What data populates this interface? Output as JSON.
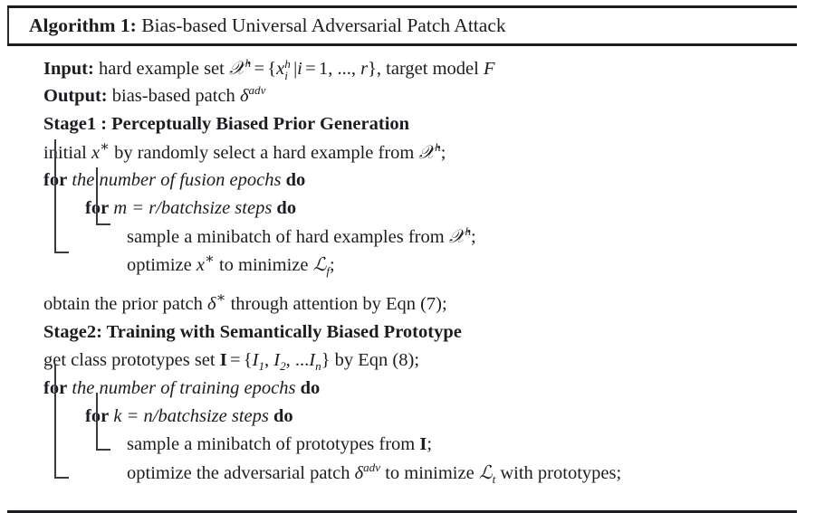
{
  "document": {
    "type": "algorithm-pseudocode-block",
    "caption": {
      "label": "Algorithm 1:",
      "title": "Bias-based Universal Adversarial Patch Attack"
    },
    "lines": [
      {
        "id": "input",
        "indent": 0,
        "keyword": "Input:",
        "text": "hard example set 𝒳ʰ = {xᵢʰ|i = 1, ..., r}, target model F",
        "plain": "Input: hard example set X^h = {x_i^h | i = 1, ..., r}, target model F"
      },
      {
        "id": "output",
        "indent": 0,
        "keyword": "Output:",
        "text": "bias-based patch δᵃᵈᵛ",
        "plain": "Output: bias-based patch delta^{adv}"
      },
      {
        "id": "stage1-header",
        "indent": 0,
        "keyword": "Stage1 : Perceptually Biased Prior Generation",
        "text": "",
        "plain": "Stage1 : Perceptually Biased Prior Generation"
      },
      {
        "id": "initial-x",
        "indent": 0,
        "keyword": "",
        "text": "initial x* by randomly select a hard example from 𝒳ʰ;",
        "plain": "initial x* by randomly select a hard example from X^h;"
      },
      {
        "id": "for-fusion-epochs",
        "indent": 0,
        "keyword": "for ... do",
        "text": "for the number of fusion epochs do",
        "plain": "for the number of fusion epochs do"
      },
      {
        "id": "for-m-batchsize",
        "indent": 1,
        "keyword": "for ... do",
        "text": "for m = r/batchsize steps do",
        "plain": "for m = r/batchsize steps do"
      },
      {
        "id": "sample-hard-examples",
        "indent": 2,
        "keyword": "",
        "text": "sample a minibatch of hard examples from 𝒳ʰ;",
        "plain": "sample a minibatch of hard examples from X^h;"
      },
      {
        "id": "optimize-x-star",
        "indent": 2,
        "keyword": "",
        "text": "optimize x* to minimize ℒ_f;",
        "plain": "optimize x* to minimize L_f;"
      },
      {
        "id": "obtain-prior-patch",
        "indent": 0,
        "keyword": "",
        "text": "obtain the prior patch δ* through attention by Eqn (7);",
        "plain": "obtain the prior patch delta* through attention by Eqn (7);"
      },
      {
        "id": "stage2-header",
        "indent": 0,
        "keyword": "Stage2: Training with Semantically Biased Prototype",
        "text": "",
        "plain": "Stage2: Training with Semantically Biased Prototype"
      },
      {
        "id": "get-class-prototypes",
        "indent": 0,
        "keyword": "",
        "text": "get class prototypes set I = {I₁, I₂, ...Iₙ} by Eqn (8);",
        "plain": "get class prototypes set I = {I_1, I_2, ...I_n} by Eqn (8);"
      },
      {
        "id": "for-training-epochs",
        "indent": 0,
        "keyword": "for ... do",
        "text": "for the number of training epochs do",
        "plain": "for the number of training epochs do"
      },
      {
        "id": "for-k-batchsize",
        "indent": 1,
        "keyword": "for ... do",
        "text": "for k = n/batchsize steps do",
        "plain": "for k = n/batchsize steps do"
      },
      {
        "id": "sample-prototypes",
        "indent": 2,
        "keyword": "",
        "text": "sample a minibatch of prototypes from I;",
        "plain": "sample a minibatch of prototypes from I;"
      },
      {
        "id": "optimize-adv-patch",
        "indent": 2,
        "keyword": "",
        "text": "optimize the adversarial patch δᵃᵈᵛ to minimize ℒ_t with prototypes;",
        "plain": "optimize the adversarial patch delta^{adv} to minimize L_t with prototypes;"
      }
    ],
    "tokens": {
      "input_label": "Input:",
      "input_text_a": "hard example set",
      "input_text_b": ", target model",
      "output_label": "Output:",
      "output_text": "bias-based patch",
      "stage1_header": "Stage1 : Perceptually Biased Prior Generation",
      "initial_a": "initial",
      "initial_b": "by randomly select a hard example from",
      "for_kw": "for",
      "do_kw": "do",
      "fusion_epochs": "the number of fusion epochs",
      "training_epochs": "the number of training epochs",
      "m_loop": "m = r/batchsize steps",
      "k_loop": "k = n/batchsize steps",
      "sample_hard": "sample a minibatch of hard examples from",
      "optimize_x": "optimize",
      "to_minimize": "to minimize",
      "obtain_a": "obtain the prior patch",
      "obtain_b": "through attention by Eqn (7);",
      "stage2_header": "Stage2: Training with Semantically Biased Prototype",
      "get_proto_a": "get class prototypes set",
      "get_proto_b": "by Eqn (8);",
      "sample_proto": "sample a minibatch of prototypes from",
      "optimize_adv_a": "optimize the adversarial patch",
      "optimize_adv_b": "to minimize",
      "optimize_adv_c": "with prototypes;",
      "semicolon": ";",
      "comma": ",",
      "eq": "=",
      "F": "F",
      "r": "r",
      "i": "i",
      "x": "x",
      "one": "1",
      "ellipsis": "...",
      "I": "I",
      "n": "n",
      "two": "2",
      "delta": "δ",
      "adv": "adv",
      "h": "h",
      "star": "∗",
      "L": "ℒ",
      "f": "f",
      "t": "t",
      "Xcal": "𝒳"
    }
  },
  "colors": {
    "background": "#ffffff",
    "text": "#1c1c22",
    "rule": "#1b1b20",
    "guide": "#3a3a42"
  }
}
